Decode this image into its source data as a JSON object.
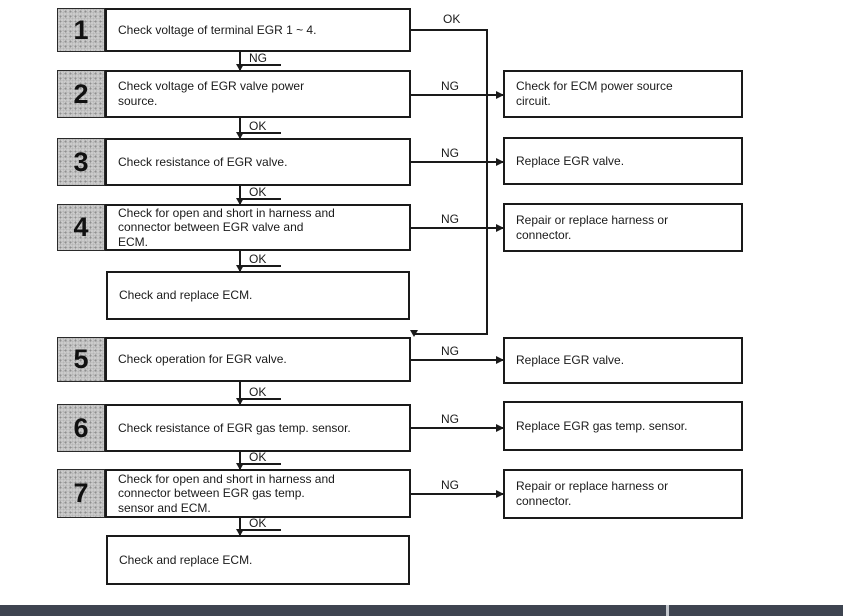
{
  "flowchart": {
    "steps": {
      "s1": {
        "num": "1",
        "text": "Check voltage of terminal EGR 1 ~ 4."
      },
      "s2": {
        "num": "2",
        "text": "Check voltage of EGR valve power\nsource."
      },
      "s3": {
        "num": "3",
        "text": "Check resistance of EGR valve."
      },
      "s4": {
        "num": "4",
        "text": "Check for open and short in harness and\nconnector between EGR valve and\nECM."
      },
      "s5": {
        "num": "5",
        "text": "Check operation for EGR valve."
      },
      "s6": {
        "num": "6",
        "text": "Check resistance of EGR gas temp. sensor."
      },
      "s7": {
        "num": "7",
        "text": "Check for open and short in harness and\nconnector between EGR gas temp.\nsensor and ECM."
      }
    },
    "terminals": {
      "ecm1": "Check and replace ECM.",
      "ecm2": "Check and replace ECM."
    },
    "results": {
      "r1": "Check for ECM power source\ncircuit.",
      "r2": "Replace EGR valve.",
      "r3": "Repair or replace harness or\nconnector.",
      "r4": "Replace EGR valve.",
      "r5": "Replace EGR gas temp. sensor.",
      "r6": "Repair or replace harness or\nconnector."
    },
    "labels": {
      "ok": "OK",
      "ng": "NG"
    }
  },
  "colors": {
    "line": "#1a1a1a",
    "tile_background": "#cbcbcb",
    "bottom_bar": "#3e4450",
    "bottom_bar_divider": "#c3c7cd"
  }
}
